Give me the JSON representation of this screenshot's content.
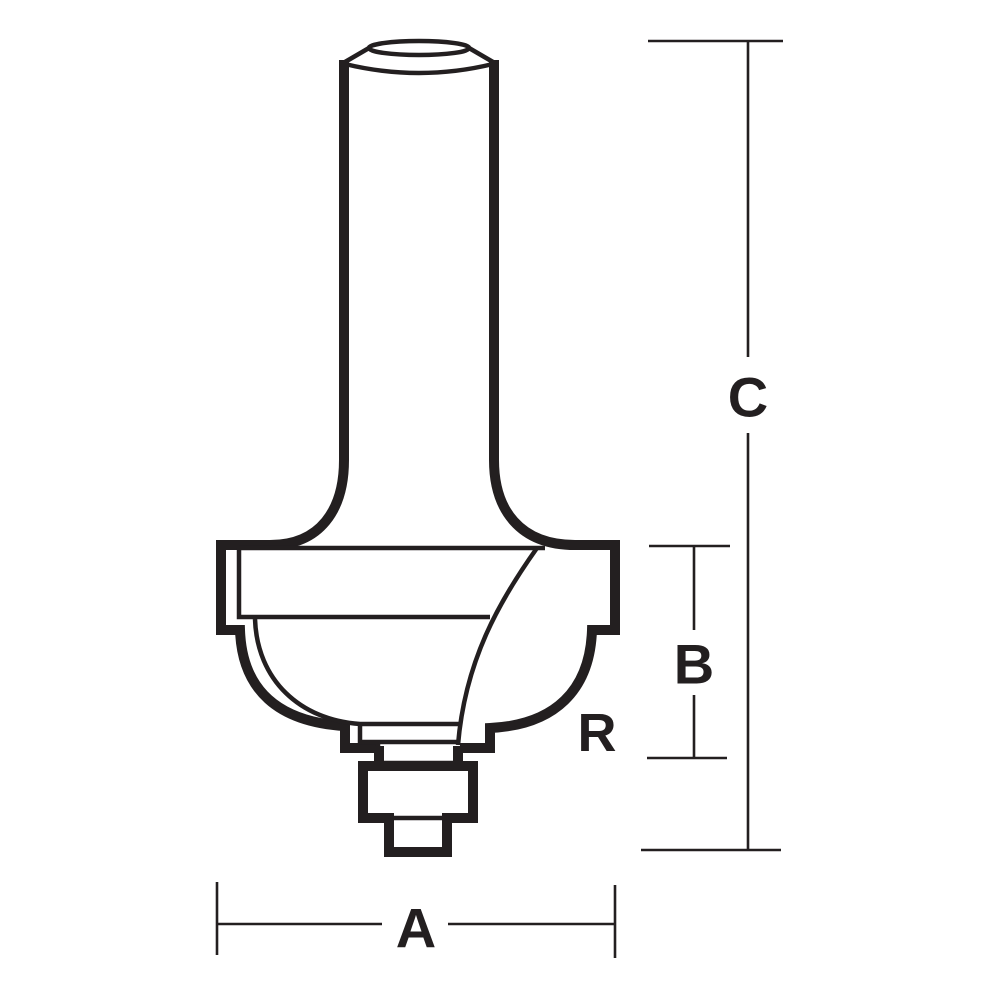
{
  "diagram": {
    "subject": "router-bit-profile",
    "colors": {
      "line": "#231f20",
      "background": "#ffffff"
    },
    "dimensions": {
      "A": {
        "label": "A",
        "meaning": "overall cutter diameter"
      },
      "B": {
        "label": "B",
        "meaning": "cutting height"
      },
      "C": {
        "label": "C",
        "meaning": "overall length"
      },
      "R": {
        "label": "R",
        "meaning": "profile radius"
      }
    }
  }
}
